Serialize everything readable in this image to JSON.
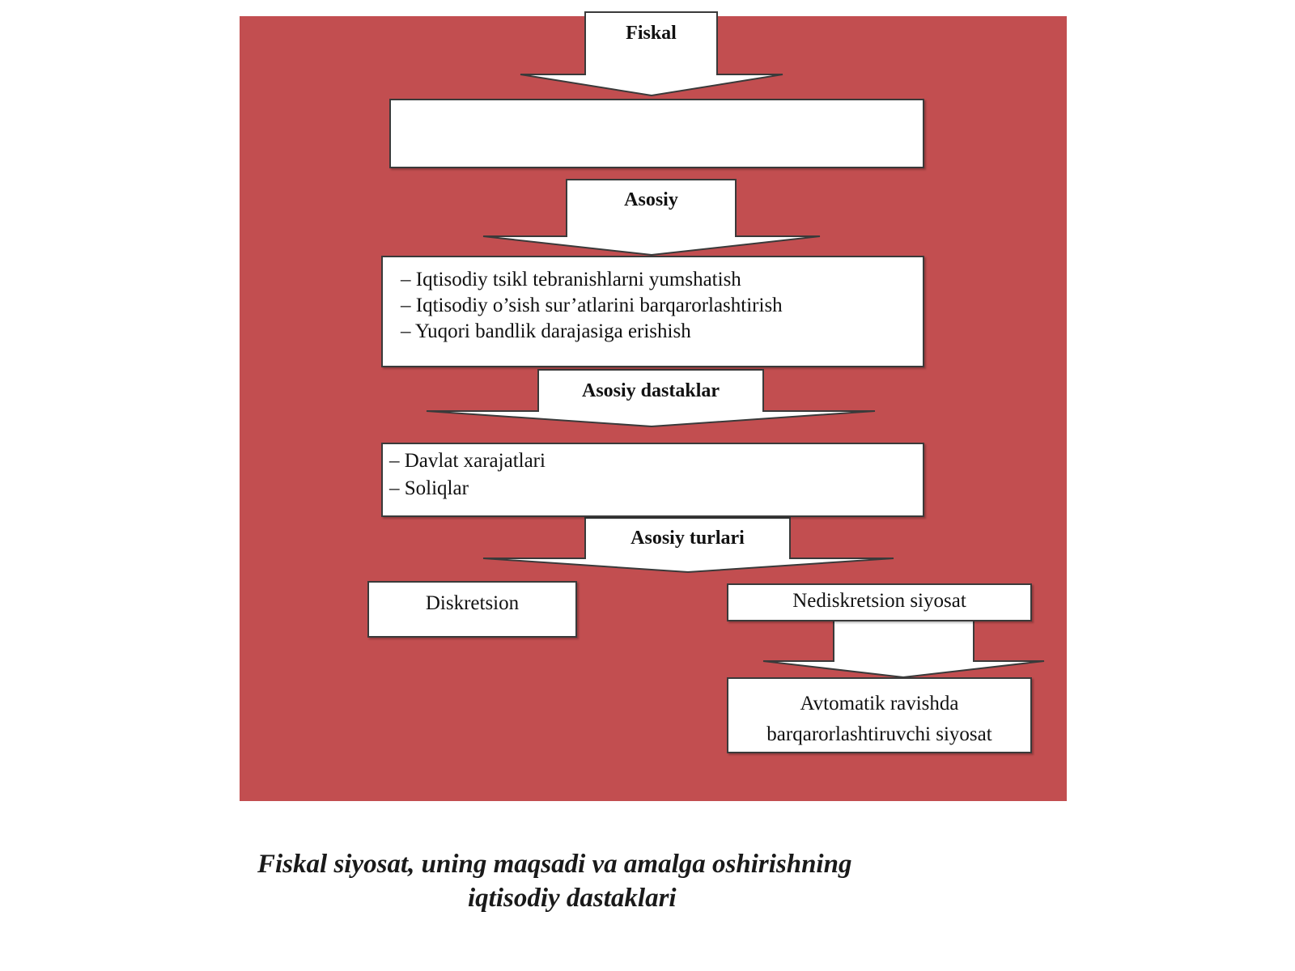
{
  "colors": {
    "panel": "#c24e50",
    "box": "#ffffff",
    "border": "#3a3a3a"
  },
  "arrows": {
    "fiskal": "Fiskal",
    "asosiy": "Asosiy",
    "asosiy_dastaklar": "Asosiy dastaklar",
    "asosiy_turlari": "Asosiy turlari"
  },
  "boxes": {
    "goal": "",
    "goals_list": [
      "– Iqtisodiy tsikl tebranishlarni yumshatish",
      "– Iqtisodiy o’sish sur’atlarini barqarorlashtirish",
      "– Yuqori bandlik darajasiga erishish"
    ],
    "tools_list": [
      "– Davlat xarajatlari",
      "– Soliqlar"
    ],
    "discretionary": "Diskretsion",
    "nondiscretionary": "Nediskretsion siyosat",
    "automatic_line1": "Avtomatik ravishda",
    "automatic_line2": "barqarorlashtiruvchi siyosat"
  },
  "caption": {
    "line1": "Fiskal siyosat, uning maqsadi va amalga oshirishning",
    "line2": "iqtisodiy dastaklari"
  }
}
